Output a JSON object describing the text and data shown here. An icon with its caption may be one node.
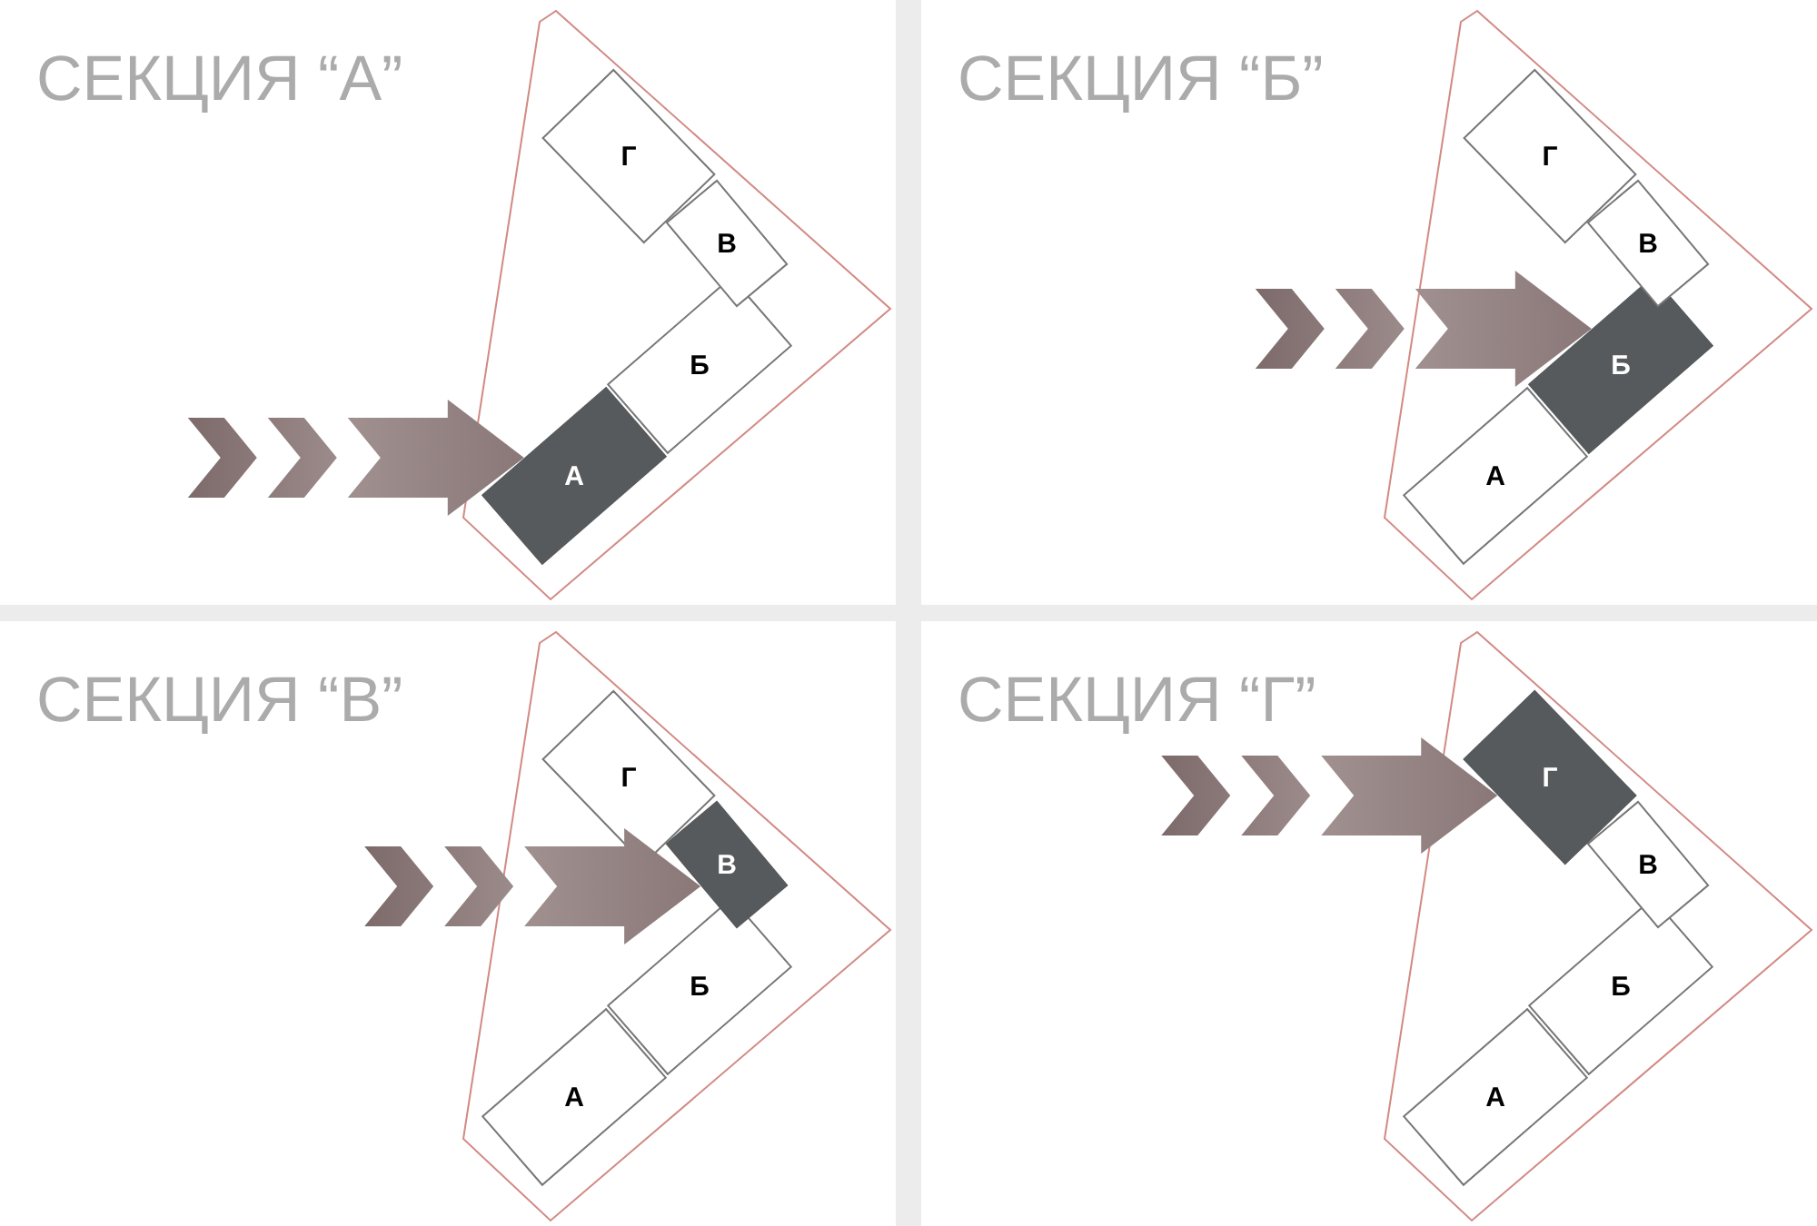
{
  "diagram": {
    "nodes": [
      {
        "text": [
          "СЕКЦИЯ “А”"
        ]
      },
      {
        "text": [
          "А"
        ],
        "in": 0
      },
      {
        "text": [
          "Б"
        ],
        "in": 0
      },
      {
        "text": [
          "В"
        ],
        "in": 0
      },
      {
        "text": [
          "Г"
        ],
        "in": 0
      },
      {
        "text": [
          "СЕКЦИЯ “Б”"
        ]
      },
      {
        "text": [
          "А"
        ],
        "in": 5
      },
      {
        "text": [
          "Б"
        ],
        "in": 5
      },
      {
        "text": [
          "В"
        ],
        "in": 5
      },
      {
        "text": [
          "Г"
        ],
        "in": 5
      },
      {
        "text": [
          "СЕКЦИЯ “В”"
        ]
      },
      {
        "text": [
          "А"
        ],
        "in": 10
      },
      {
        "text": [
          "Б"
        ],
        "in": 10
      },
      {
        "text": [
          "В"
        ],
        "in": 10
      },
      {
        "text": [
          "Г"
        ],
        "in": 10
      },
      {
        "text": [
          "СЕКЦИЯ “Г”"
        ]
      },
      {
        "text": [
          "А"
        ],
        "in": 15
      },
      {
        "text": [
          "Б"
        ],
        "in": 15
      },
      {
        "text": [
          "В"
        ],
        "in": 15
      },
      {
        "text": [
          "Г"
        ],
        "in": 15
      }
    ],
    "edges": [
      {
        "from": null,
        "to": 1,
        "arrow": "to"
      },
      {
        "from": null,
        "to": 7,
        "arrow": "to"
      },
      {
        "from": null,
        "to": 13,
        "arrow": "to"
      },
      {
        "from": null,
        "to": 19,
        "arrow": "to"
      }
    ]
  }
}
